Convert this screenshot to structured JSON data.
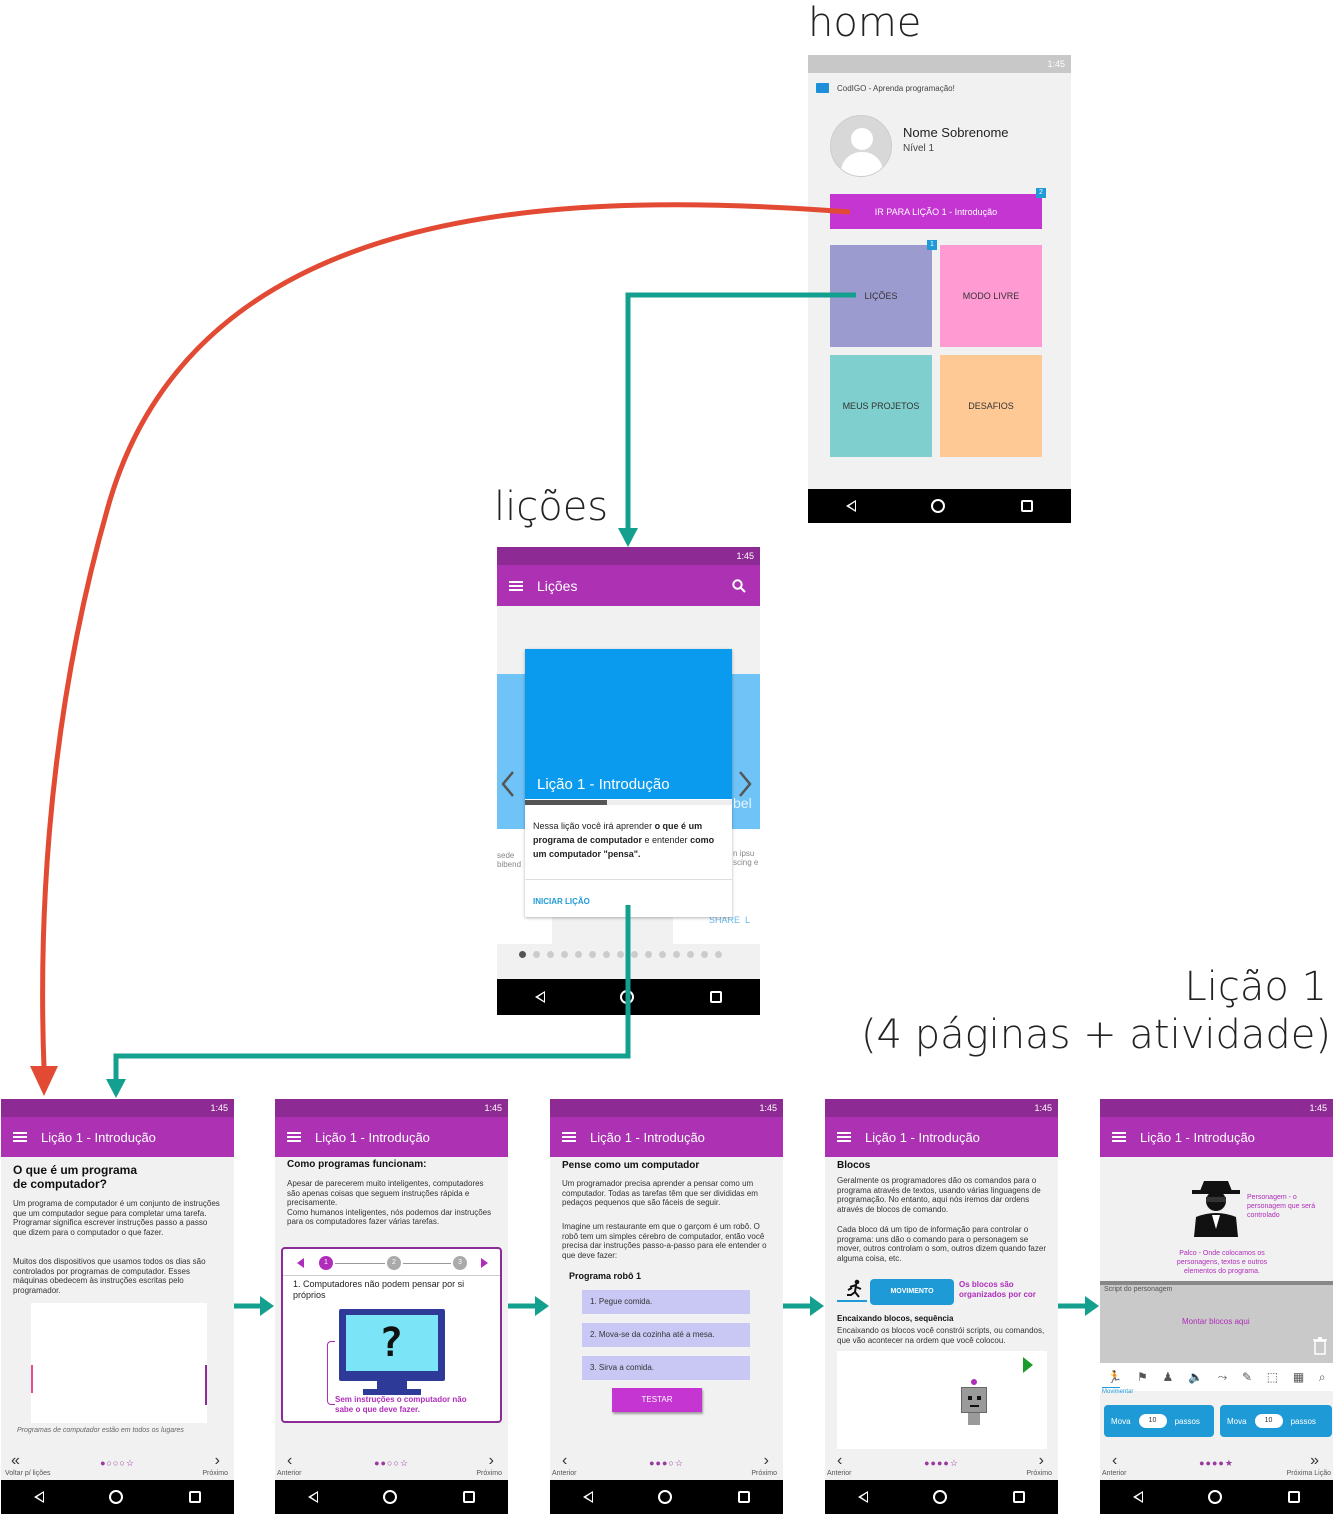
{
  "headings": {
    "home": "home",
    "licoes": "lições",
    "licao1_l1": "Lição 1",
    "licao1_l2": "(4 páginas + atividade)"
  },
  "colors": {
    "purple": "#ac32b3",
    "red_arrow": "#e24a33",
    "teal_arrow": "#14a08f",
    "blue_card": "#0a9bef"
  },
  "status_time": "1:45",
  "home": {
    "app_name": "CodIGO - Aprenda programação!",
    "user_name": "Nome Sobrenome",
    "user_level": "Nível 1",
    "lesson_button": "IR PARA LIÇÃO 1 - Introdução",
    "lesson_badge": "2",
    "tiles": [
      {
        "label": "LIÇÕES",
        "color": "#9c9bd0",
        "badge": "1"
      },
      {
        "label": "MODO LIVRE",
        "color": "#ff9ad3",
        "badge": ""
      },
      {
        "label": "MEUS PROJETOS",
        "color": "#7ecfcd",
        "badge": ""
      },
      {
        "label": "DESAFIOS",
        "color": "#ffc995",
        "badge": ""
      }
    ]
  },
  "licoes": {
    "title": "Lições",
    "card_title": "Lição 1 - Introdução",
    "card_text_1": "Nessa lição você irá aprender ",
    "card_text_bold": "o que é um programa de computador",
    "card_text_2": " e entender ",
    "card_text_bold2": "como um computador \"pensa\".",
    "start_button": "INICIAR LIÇÃO",
    "side_left_text": "sede\nbibend",
    "side_right_text": "n ipsu\nscing e",
    "side_right_bel": "bel",
    "share": "SHARE",
    "share2": "L"
  },
  "lesson_header": "Lição 1 - Introdução",
  "pages": [
    {
      "title": "O que é um programa\nde computador?",
      "p1": "Um programa de computador é um conjunto de instruções que um computador segue para completar uma tarefa. Programar significa escrever instruções passo a passo que dizem para o computador o que fazer.",
      "p2": "Muitos dos dispositivos que usamos todos os dias são controlados por programas de computador. Esses máquinas obedecem às instruções escritas pelo programador.",
      "caption": "Programas de computador estão em todos os lugares",
      "nav_left": "Voltar p/ lições",
      "nav_right": "Próximo",
      "dots": "●○○○☆"
    },
    {
      "title": "Como programas funcionam:",
      "p1": "Apesar de parecerem muito inteligentes, computadores são apenas coisas que seguem instruções rápida e precisamente.\nComo humanos inteligentes, nós podemos dar instruções para os computadores fazer várias tarefas.",
      "stepper": [
        "1",
        "2",
        "3"
      ],
      "box_text": "1. Computadores não podem pensar por si próprios",
      "caption": "Sem instruções o computador não sabe o que deve fazer.",
      "nav_left": "Anterior",
      "nav_right": "Próximo",
      "dots": "●●○○☆"
    },
    {
      "title": "Pense como um computador",
      "p1": "Um programador precisa aprender a pensar como um computador. Todas as tarefas têm que ser divididas em pedaços pequenos que são fáceis de seguir.",
      "p2": "Imagine um restaurante em que o garçom é um robô. O robô tem um simples cérebro de computador, então você precisa dar instruções passo-a-passo para ele entender o que deve fazer:",
      "program_title": "Programa robô 1",
      "steps": [
        "1. Pegue comida.",
        "2. Mova-se da cozinha até a mesa.",
        "3. Sirva a comida."
      ],
      "test_button": "TESTAR",
      "nav_left": "Anterior",
      "nav_right": "Próximo",
      "dots": "●●●○☆"
    },
    {
      "title": "Blocos",
      "p1": "Geralmente os programadores dão os comandos para o programa através de textos, usando várias linguagens de programação. No entanto, aqui nós iremos dar ordens através de blocos de comando.",
      "p2": "Cada bloco dá um tipo de informação para controlar o programa: uns dão o comando para o personagem se mover, outros controlam o som, outros dizem quando fazer alguma coisa, etc.",
      "block_label": "MOVIMENTO",
      "block_note": "Os blocos são organizados por cor",
      "sub_title": "Encaixando blocos, sequência",
      "p3": "Encaixando os blocos você constrói scripts, ou comandos, que vão acontecer na ordem que você colocou.",
      "nav_left": "Anterior",
      "nav_right": "Próximo",
      "dots": "●●●●☆"
    },
    {
      "char_note": "Personagem - o personagem que será controlado",
      "stage_note": "Palco - Onde colocamos os personagens, textos e outros elementos do programa.",
      "script_label": "Script do personagem",
      "script_hint": "Montar blocos aqui",
      "category": "Movimentar",
      "block1_a": "Mova",
      "block1_n": "10",
      "block1_b": "passos",
      "block2_a": "Mova",
      "block2_n": "10",
      "block2_b": "passos",
      "nav_left": "Anterior",
      "nav_right": "Próxima Lição",
      "dots": "●●●●★"
    }
  ]
}
